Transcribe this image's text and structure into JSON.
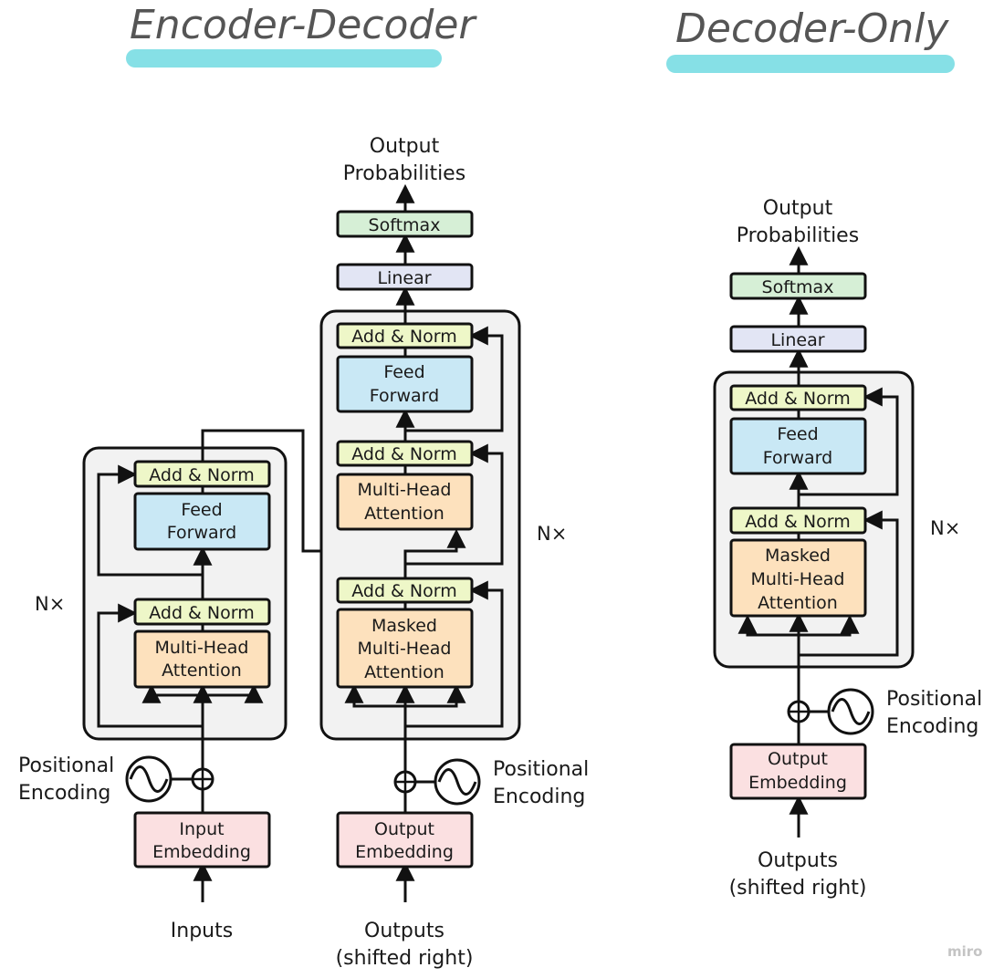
{
  "titles": {
    "left": "Encoder-Decoder",
    "right": "Decoder-Only"
  },
  "colors": {
    "underline": "#86e0e6",
    "stack_bg": "#f2f2f2",
    "add_norm": "#eef7c8",
    "feed_forward": "#c9e8f5",
    "attention": "#fde1bd",
    "embedding": "#fbe0e1",
    "softmax": "#d6efd6",
    "linear": "#e2e5f4"
  },
  "encoder": {
    "add_norm_top": "Add & Norm",
    "feed_forward": [
      "Feed",
      "Forward"
    ],
    "add_norm_bottom": "Add & Norm",
    "attention": [
      "Multi-Head",
      "Attention"
    ],
    "nx": "N×",
    "positional": [
      "Positional",
      "Encoding"
    ],
    "embedding": [
      "Input",
      "Embedding"
    ],
    "input_label": "Inputs"
  },
  "decoder": {
    "output_label": [
      "Output",
      "Probabilities"
    ],
    "softmax": "Softmax",
    "linear": "Linear",
    "add_norm_1": "Add & Norm",
    "feed_forward": [
      "Feed",
      "Forward"
    ],
    "add_norm_2": "Add & Norm",
    "cross_attention": [
      "Multi-Head",
      "Attention"
    ],
    "add_norm_3": "Add & Norm",
    "masked_attention": [
      "Masked",
      "Multi-Head",
      "Attention"
    ],
    "nx": "N×",
    "positional": [
      "Positional",
      "Encoding"
    ],
    "embedding": [
      "Output",
      "Embedding"
    ],
    "input_label": [
      "Outputs",
      "(shifted right)"
    ]
  },
  "decoder_only": {
    "output_label": [
      "Output",
      "Probabilities"
    ],
    "softmax": "Softmax",
    "linear": "Linear",
    "add_norm_1": "Add & Norm",
    "feed_forward": [
      "Feed",
      "Forward"
    ],
    "add_norm_2": "Add & Norm",
    "masked_attention": [
      "Masked",
      "Multi-Head",
      "Attention"
    ],
    "nx": "N×",
    "positional": [
      "Positional",
      "Encoding"
    ],
    "embedding": [
      "Output",
      "Embedding"
    ],
    "input_label": [
      "Outputs",
      "(shifted right)"
    ]
  },
  "watermark": "miro"
}
